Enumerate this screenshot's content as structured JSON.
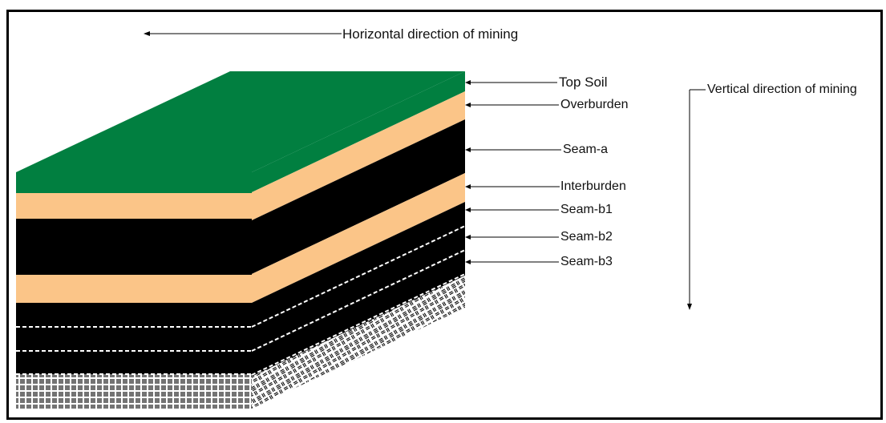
{
  "diagram": {
    "horizontal_label": "Horizontal direction of mining",
    "vertical_label": "Vertical direction of mining",
    "layers": [
      {
        "name": "Top Soil",
        "color": "#017f40"
      },
      {
        "name": "Overburden",
        "color": "#fbc588"
      },
      {
        "name": "Seam-a",
        "color": "#000000"
      },
      {
        "name": "Interburden",
        "color": "#fbc588"
      },
      {
        "name": "Seam-b1",
        "color": "#000000"
      },
      {
        "name": "Seam-b2",
        "color": "#000000"
      },
      {
        "name": "Seam-b3",
        "color": "#000000"
      }
    ]
  }
}
